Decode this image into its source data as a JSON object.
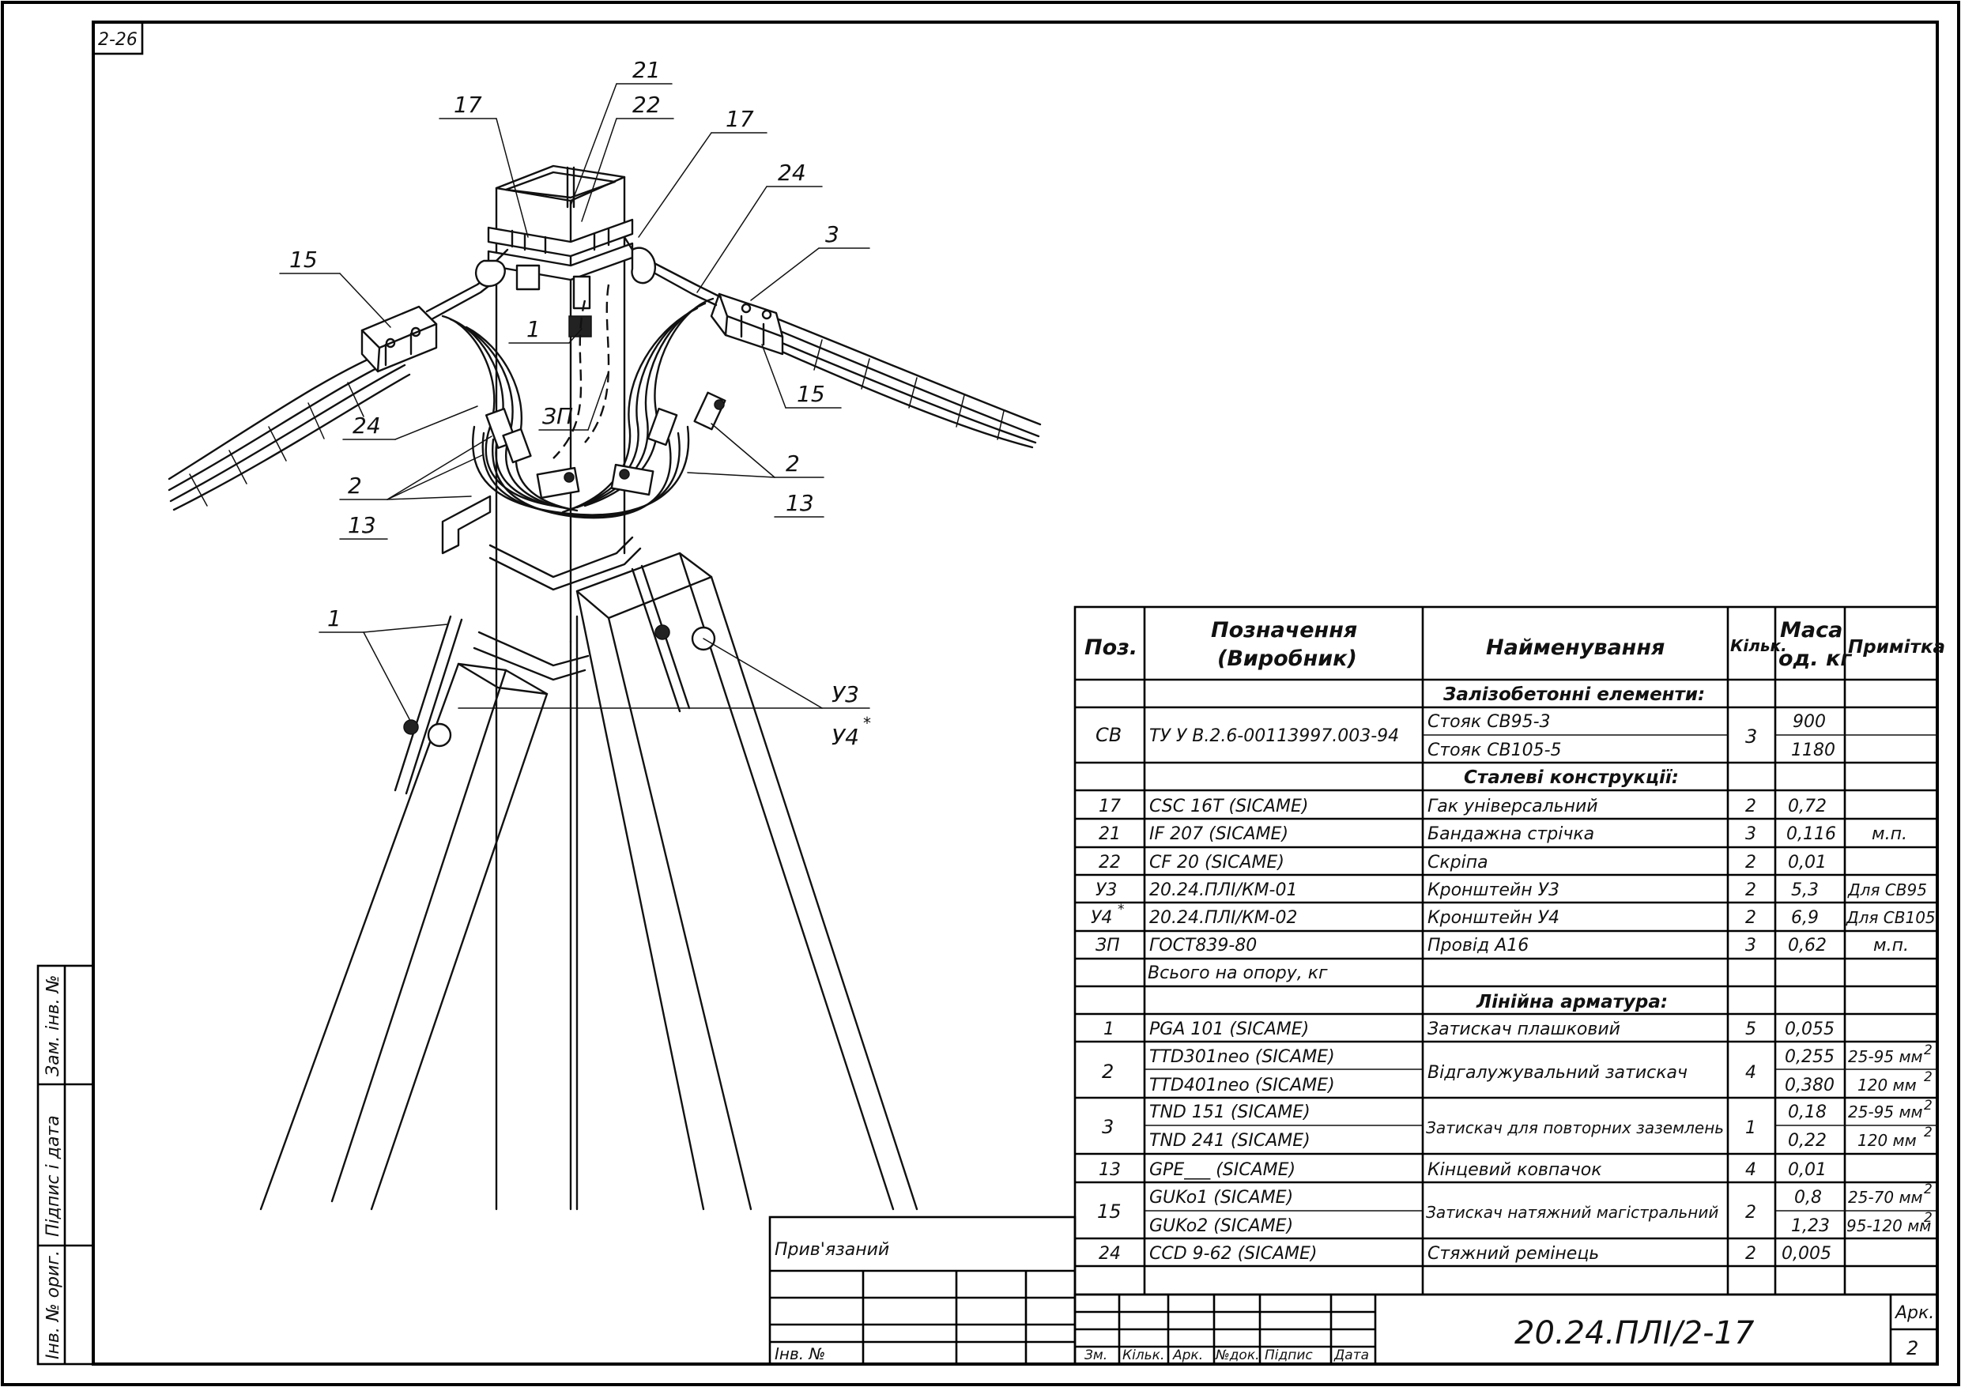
{
  "sheet": {
    "corner_code": "2-26"
  },
  "callouts": {
    "c21": "21",
    "c22": "22",
    "c17a": "17",
    "c17b": "17",
    "c24a": "24",
    "c3": "3",
    "c15a": "15",
    "c1a": "1",
    "c3p": "ЗП",
    "c24b": "24",
    "c15b": "15",
    "c2a": "2",
    "c13a": "13",
    "c2b": "2",
    "c13b": "13",
    "c1b": "1",
    "cU3": "У3",
    "cU4": "У4",
    "cU4star": "*"
  },
  "spec_table": {
    "headers": {
      "pos": "Поз.",
      "des1": "Позначення",
      "des2": "(Виробник)",
      "name": "Найменування",
      "qty": "Кільк.",
      "mass1": "Маса",
      "mass2": "од. кг",
      "note": "Примітка"
    },
    "sections": {
      "s1": "Залізобетонні елементи:",
      "s2": "Сталеві конструкції:",
      "s3": "Лінійна арматура:"
    },
    "rows": {
      "cv_pos": "СВ",
      "cv_des": "ТУ У В.2.6-00113997.003-94",
      "cv_qty": "3",
      "cv_n1": "Стояк СВ95-3",
      "cv_m1": "900",
      "cv_n2": "Стояк СВ105-5",
      "cv_m2": "1180",
      "r17_pos": "17",
      "r17_des": "CSC 16T   (SICAME)",
      "r17_name": "Гак універсальний",
      "r17_qty": "2",
      "r17_mass": "0,72",
      "r17_note": "",
      "r21_pos": "21",
      "r21_des": "IF 207   (SICAME)",
      "r21_name": "Бандажна стрічка",
      "r21_qty": "3",
      "r21_mass": "0,116",
      "r21_note": "м.п.",
      "r22_pos": "22",
      "r22_des": "CF 20   (SICAME)",
      "r22_name": "Скріпа",
      "r22_qty": "2",
      "r22_mass": "0,01",
      "r22_note": "",
      "ru3_pos": "У3",
      "ru3_des": "20.24.ПЛІ/КМ-01",
      "ru3_name": "Кронштейн У3",
      "ru3_qty": "2",
      "ru3_mass": "5,3",
      "ru3_note": "Для СВ95",
      "ru4_pos": "У4",
      "ru4_star": "*",
      "ru4_des": "20.24.ПЛІ/КМ-02",
      "ru4_name": "Кронштейн У4",
      "ru4_qty": "2",
      "ru4_mass": "6,9",
      "ru4_note": "Для СВ105",
      "rzp_pos": "ЗП",
      "rzp_des": "ГОСТ839-80",
      "rzp_name": "Провід А16",
      "rzp_qty": "3",
      "rzp_mass": "0,62",
      "rzp_note": "м.п.",
      "total": "Всього на опору, кг",
      "r1_pos": "1",
      "r1_des": "PGA 101   (SICAME)",
      "r1_name": "Затискач плашковий",
      "r1_qty": "5",
      "r1_mass": "0,055",
      "r2_pos": "2",
      "r2_des1": "TTD301neo   (SICAME)",
      "r2_des2": "TTD401neo   (SICAME)",
      "r2_name": "Відгалужувальний затискач",
      "r2_qty": "4",
      "r2_m1": "0,255",
      "r2_m2": "0,380",
      "r2_n1": "25-95 мм",
      "r2_n2": "120  мм",
      "r3_pos": "3",
      "r3_des1": "TND 151   (SICAME)",
      "r3_des2": "TND 241   (SICAME)",
      "r3_name": "Затискач для повторних заземлень",
      "r3_qty": "1",
      "r3_m1": "0,18",
      "r3_m2": "0,22",
      "r3_n1": "25-95 мм",
      "r3_n2": "120  мм",
      "r13_pos": "13",
      "r13_des": "GPE___   (SICAME)",
      "r13_name": "Кінцевий ковпачок",
      "r13_qty": "4",
      "r13_mass": "0,01",
      "r15_pos": "15",
      "r15_des1": "GUKo1   (SICAME)",
      "r15_des2": "GUKo2   (SICAME)",
      "r15_name": "Затискач натяжний магістральний",
      "r15_qty": "2",
      "r15_m1": "0,8",
      "r15_m2": "1,23",
      "r15_n1": "25-70 мм",
      "r15_n2": "95-120 мм",
      "r24_pos": "24",
      "r24_des": "CCD 9-62   (SICAME)",
      "r24_name": "Стяжний ремінець",
      "r24_qty": "2",
      "r24_mass": "0,005",
      "sup2": "2"
    }
  },
  "title_block": {
    "bound": "Прив'язаний",
    "inv_no": "Інв. №",
    "zm": "Зм.",
    "kilk": "Кільк.",
    "ark": "Арк.",
    "ndok": "№док.",
    "pidpys": "Підпис",
    "data": "Дата",
    "doc_code": "20.24.ПЛІ/2-17",
    "sheet_label": "Арк.",
    "sheet_no": "2"
  },
  "side_stamp": {
    "inv_orig": "Інв. № ориг.",
    "sign_date": "Підпис і дата",
    "zam_inv": "Зам. інв. №"
  }
}
